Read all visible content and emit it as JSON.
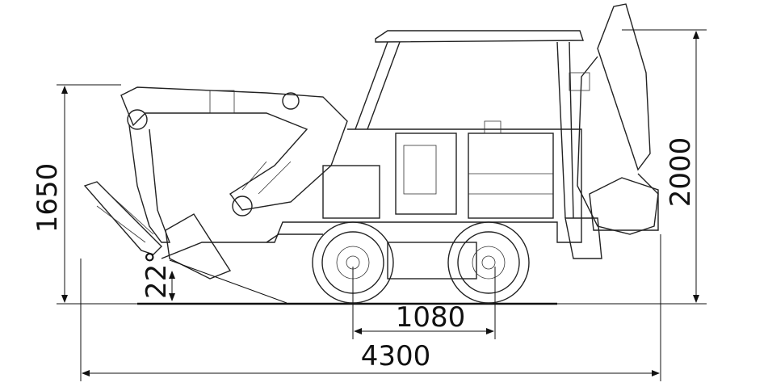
{
  "title": "Machine side-view dimension drawing",
  "dimensions": {
    "boom_height": "1650",
    "overall_height": "2000",
    "wheelbase": "1080",
    "overall_length": "4300",
    "approach_angle": "22°"
  },
  "colors": {
    "line": "#111111",
    "background": "#ffffff"
  }
}
